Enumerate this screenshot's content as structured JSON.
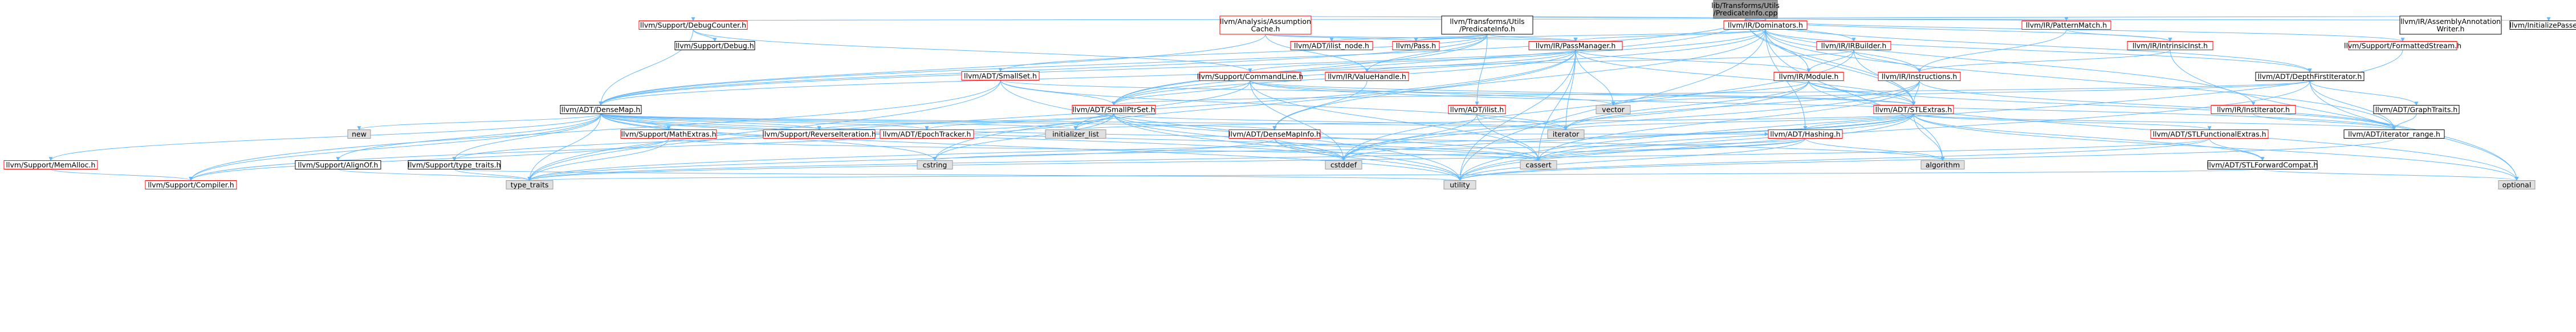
{
  "colors": {
    "edge": "#63b8ff",
    "red_border": "#ff0000",
    "gray_border": "#999999",
    "root_border": "#666666",
    "black_border": "#000000",
    "root_fill": "#999999",
    "gray_fill": "#e0e0e0",
    "white_fill": "#ffffff"
  },
  "nodes": [
    {
      "id": "root",
      "label": "lib/Transforms/Utils/PredicateInfo.cpp",
      "lines": [
        "lib/Transforms/Utils",
        "/PredicateInfo.cpp"
      ],
      "style": "root"
    },
    {
      "id": "debugcounter",
      "label": "llvm/Support/DebugCounter.h",
      "style": "red"
    },
    {
      "id": "assumptioncache",
      "label": "llvm/Analysis/AssumptionCache.h",
      "lines": [
        "llvm/Analysis/Assumption",
        "Cache.h"
      ],
      "style": "red"
    },
    {
      "id": "predicateinfo",
      "label": "llvm/Transforms/Utils/PredicateInfo.h",
      "lines": [
        "llvm/Transforms/Utils",
        "/PredicateInfo.h"
      ],
      "style": "black"
    },
    {
      "id": "dominators",
      "label": "llvm/IR/Dominators.h",
      "style": "red"
    },
    {
      "id": "patternmatch",
      "label": "llvm/IR/PatternMatch.h",
      "style": "red"
    },
    {
      "id": "asmwriter",
      "label": "llvm/IR/AssemblyAnnotationWriter.h",
      "lines": [
        "llvm/IR/AssemblyAnnotation",
        "Writer.h"
      ],
      "style": "black"
    },
    {
      "id": "initpasses",
      "label": "llvm/InitializePasses.h",
      "style": "black"
    },
    {
      "id": "debug",
      "label": "llvm/Support/Debug.h",
      "style": "black"
    },
    {
      "id": "pass",
      "label": "llvm/Pass.h",
      "style": "red"
    },
    {
      "id": "ilist_node",
      "label": "llvm/ADT/ilist_node.h",
      "style": "red"
    },
    {
      "id": "passmanager",
      "label": "llvm/IR/PassManager.h",
      "style": "red"
    },
    {
      "id": "irbuilder",
      "label": "llvm/IR/IRBuilder.h",
      "style": "red"
    },
    {
      "id": "intrinsicinst",
      "label": "llvm/IR/IntrinsicInst.h",
      "style": "red"
    },
    {
      "id": "formattedstream",
      "label": "llvm/Support/FormattedStream.h",
      "style": "red"
    },
    {
      "id": "smallset",
      "label": "llvm/ADT/SmallSet.h",
      "style": "red"
    },
    {
      "id": "commandline",
      "label": "llvm/Support/CommandLine.h",
      "style": "red"
    },
    {
      "id": "valuehandle",
      "label": "llvm/IR/ValueHandle.h",
      "style": "red"
    },
    {
      "id": "module",
      "label": "llvm/IR/Module.h",
      "style": "red"
    },
    {
      "id": "instructions",
      "label": "llvm/IR/Instructions.h",
      "style": "red"
    },
    {
      "id": "depthfirst",
      "label": "llvm/ADT/DepthFirstIterator.h",
      "style": "black"
    },
    {
      "id": "densemap",
      "label": "llvm/ADT/DenseMap.h",
      "style": "black"
    },
    {
      "id": "smallptrset",
      "label": "llvm/ADT/SmallPtrSet.h",
      "style": "red"
    },
    {
      "id": "ilist",
      "label": "llvm/ADT/ilist.h",
      "style": "red"
    },
    {
      "id": "vector",
      "label": "vector",
      "style": "gray"
    },
    {
      "id": "stlextras",
      "label": "llvm/ADT/STLExtras.h",
      "style": "red"
    },
    {
      "id": "institerator",
      "label": "llvm/IR/InstIterator.h",
      "style": "red"
    },
    {
      "id": "graphtraits",
      "label": "llvm/ADT/GraphTraits.h",
      "style": "black"
    },
    {
      "id": "new",
      "label": "new",
      "style": "gray"
    },
    {
      "id": "mathextras",
      "label": "llvm/Support/MathExtras.h",
      "style": "red"
    },
    {
      "id": "reverseiter",
      "label": "llvm/Support/ReverseIteration.h",
      "style": "red"
    },
    {
      "id": "epochtracker",
      "label": "llvm/ADT/EpochTracker.h",
      "style": "red"
    },
    {
      "id": "initlist",
      "label": "initializer_list",
      "style": "gray"
    },
    {
      "id": "iterator",
      "label": "iterator",
      "style": "gray"
    },
    {
      "id": "densemapinfo",
      "label": "llvm/ADT/DenseMapInfo.h",
      "style": "red"
    },
    {
      "id": "hashing",
      "label": "llvm/ADT/Hashing.h",
      "style": "red"
    },
    {
      "id": "stlfunctional",
      "label": "llvm/ADT/STLFunctionalExtras.h",
      "style": "red"
    },
    {
      "id": "iteratorrange",
      "label": "llvm/ADT/iterator_range.h",
      "style": "black"
    },
    {
      "id": "memalloc",
      "label": "llvm/Support/MemAlloc.h",
      "style": "red"
    },
    {
      "id": "alignof",
      "label": "llvm/Support/AlignOf.h",
      "style": "black"
    },
    {
      "id": "typetraits_llvm",
      "label": "llvm/Support/type_traits.h",
      "style": "black"
    },
    {
      "id": "cstring",
      "label": "cstring",
      "style": "gray"
    },
    {
      "id": "cstddef",
      "label": "cstddef",
      "style": "gray"
    },
    {
      "id": "cassert",
      "label": "cassert",
      "style": "gray"
    },
    {
      "id": "algorithm",
      "label": "algorithm",
      "style": "gray"
    },
    {
      "id": "stlforward",
      "label": "llvm/ADT/STLForwardCompat.h",
      "style": "black"
    },
    {
      "id": "compiler",
      "label": "llvm/Support/Compiler.h",
      "style": "red"
    },
    {
      "id": "type_traits",
      "label": "type_traits",
      "style": "gray"
    },
    {
      "id": "utility",
      "label": "utility",
      "style": "gray"
    },
    {
      "id": "optional",
      "label": "optional",
      "style": "gray"
    }
  ],
  "edges": [
    [
      "root",
      "debugcounter"
    ],
    [
      "root",
      "assumptioncache"
    ],
    [
      "root",
      "predicateinfo"
    ],
    [
      "root",
      "dominators"
    ],
    [
      "root",
      "patternmatch"
    ],
    [
      "root",
      "asmwriter"
    ],
    [
      "root",
      "initpasses"
    ],
    [
      "root",
      "formattedstream"
    ],
    [
      "root",
      "intrinsicinst"
    ],
    [
      "root",
      "irbuilder"
    ],
    [
      "root",
      "module"
    ],
    [
      "root",
      "institerator"
    ],
    [
      "root",
      "depthfirst"
    ],
    [
      "root",
      "stlextras"
    ],
    [
      "root",
      "smallptrset"
    ],
    [
      "root",
      "densemap"
    ],
    [
      "debugcounter",
      "debug"
    ],
    [
      "debugcounter",
      "densemap"
    ],
    [
      "debugcounter",
      "commandline"
    ],
    [
      "assumptioncache",
      "valuehandle"
    ],
    [
      "assumptioncache",
      "densemap"
    ],
    [
      "assumptioncache",
      "pass"
    ],
    [
      "assumptioncache",
      "passmanager"
    ],
    [
      "predicateinfo",
      "ilist"
    ],
    [
      "predicateinfo",
      "ilist_node"
    ],
    [
      "predicateinfo",
      "pass"
    ],
    [
      "predicateinfo",
      "passmanager"
    ],
    [
      "predicateinfo",
      "valuehandle"
    ],
    [
      "predicateinfo",
      "densemap"
    ],
    [
      "predicateinfo",
      "smallset"
    ],
    [
      "predicateinfo",
      "smallptrset"
    ],
    [
      "dominators",
      "passmanager"
    ],
    [
      "dominators",
      "depthfirst"
    ],
    [
      "dominators",
      "densemapinfo"
    ],
    [
      "dominators",
      "hashing"
    ],
    [
      "dominators",
      "instructions"
    ],
    [
      "dominators",
      "stlextras"
    ],
    [
      "dominators",
      "iteratorrange"
    ],
    [
      "dominators",
      "smallptrset"
    ],
    [
      "dominators",
      "densemap"
    ],
    [
      "dominators",
      "pass"
    ],
    [
      "dominators",
      "algorithm"
    ],
    [
      "dominators",
      "utility"
    ],
    [
      "patternmatch",
      "instructions"
    ],
    [
      "patternmatch",
      "intrinsicinst"
    ],
    [
      "irbuilder",
      "instructions"
    ],
    [
      "irbuilder",
      "module"
    ],
    [
      "irbuilder",
      "valuehandle"
    ],
    [
      "irbuilder",
      "stlextras"
    ],
    [
      "irbuilder",
      "cstddef"
    ],
    [
      "irbuilder",
      "cstdint"
    ],
    [
      "intrinsicinst",
      "instructions"
    ],
    [
      "intrinsicinst",
      "optional"
    ],
    [
      "formattedstream",
      "utility"
    ],
    [
      "passmanager",
      "module"
    ],
    [
      "passmanager",
      "densemap"
    ],
    [
      "passmanager",
      "stlextras"
    ],
    [
      "passmanager",
      "smallptrset"
    ],
    [
      "passmanager",
      "cassert"
    ],
    [
      "passmanager",
      "cstring"
    ],
    [
      "passmanager",
      "iterator"
    ],
    [
      "passmanager",
      "utility"
    ],
    [
      "passmanager",
      "vector"
    ],
    [
      "passmanager",
      "commandline"
    ],
    [
      "passmanager",
      "type_traits"
    ],
    [
      "smallset",
      "smallptrset"
    ],
    [
      "smallset",
      "stlextras"
    ],
    [
      "smallset",
      "compiler"
    ],
    [
      "smallset",
      "type_traits"
    ],
    [
      "smallset",
      "utility"
    ],
    [
      "smallset",
      "iterator"
    ],
    [
      "commandline",
      "stlextras"
    ],
    [
      "commandline",
      "smallptrset"
    ],
    [
      "commandline",
      "iteratorrange"
    ],
    [
      "commandline",
      "cassert"
    ],
    [
      "commandline",
      "cstddef"
    ],
    [
      "commandline",
      "initlist"
    ],
    [
      "commandline",
      "vector"
    ],
    [
      "valuehandle",
      "densemapinfo"
    ],
    [
      "module",
      "stlextras"
    ],
    [
      "module",
      "iteratorrange"
    ],
    [
      "module",
      "cstddef"
    ],
    [
      "module",
      "iterator"
    ],
    [
      "module",
      "vector"
    ],
    [
      "module",
      "optional"
    ],
    [
      "instructions",
      "stlextras"
    ],
    [
      "instructions",
      "iteratorrange"
    ],
    [
      "instructions",
      "cassert"
    ],
    [
      "instructions",
      "cstddef"
    ],
    [
      "instructions",
      "iterator"
    ],
    [
      "depthfirst",
      "graphtraits"
    ],
    [
      "depthfirst",
      "iteratorrange"
    ],
    [
      "depthfirst",
      "smallptrset"
    ],
    [
      "depthfirst",
      "optional"
    ],
    [
      "depthfirst",
      "utility"
    ],
    [
      "depthfirst",
      "vector"
    ],
    [
      "densemap",
      "densemapinfo"
    ],
    [
      "densemap",
      "epochtracker"
    ],
    [
      "densemap",
      "alignof"
    ],
    [
      "densemap",
      "compiler"
    ],
    [
      "densemap",
      "mathextras"
    ],
    [
      "densemap",
      "memalloc"
    ],
    [
      "densemap",
      "reverseiter"
    ],
    [
      "densemap",
      "typetraits_llvm"
    ],
    [
      "densemap",
      "algorithm"
    ],
    [
      "densemap",
      "cassert"
    ],
    [
      "densemap",
      "cstddef"
    ],
    [
      "densemap",
      "cstring"
    ],
    [
      "densemap",
      "initlist"
    ],
    [
      "densemap",
      "iterator"
    ],
    [
      "densemap",
      "new"
    ],
    [
      "densemap",
      "type_traits"
    ],
    [
      "densemap",
      "utility"
    ],
    [
      "smallptrset",
      "epochtracker"
    ],
    [
      "smallptrset",
      "compiler"
    ],
    [
      "smallptrset",
      "reverseiter"
    ],
    [
      "smallptrset",
      "typetraits_llvm"
    ],
    [
      "smallptrset",
      "cassert"
    ],
    [
      "smallptrset",
      "cstddef"
    ],
    [
      "smallptrset",
      "cstdlib"
    ],
    [
      "smallptrset",
      "cstring"
    ],
    [
      "smallptrset",
      "initlist"
    ],
    [
      "smallptrset",
      "iterator"
    ],
    [
      "smallptrset",
      "utility"
    ],
    [
      "ilist",
      "cassert"
    ],
    [
      "ilist",
      "cstddef"
    ],
    [
      "ilist",
      "iterator"
    ],
    [
      "stlextras",
      "hashing"
    ],
    [
      "stlextras",
      "stlforward"
    ],
    [
      "stlextras",
      "stlfunctional"
    ],
    [
      "stlextras",
      "iteratorrange"
    ],
    [
      "stlextras",
      "algorithm"
    ],
    [
      "stlextras",
      "cassert"
    ],
    [
      "stlextras",
      "cstddef"
    ],
    [
      "stlextras",
      "initlist"
    ],
    [
      "stlextras",
      "iterator"
    ],
    [
      "stlextras",
      "optional"
    ],
    [
      "stlextras",
      "type_traits"
    ],
    [
      "stlextras",
      "utility"
    ],
    [
      "institerator",
      "iteratorrange"
    ],
    [
      "graphtraits",
      "iteratorrange"
    ],
    [
      "mathextras",
      "compiler"
    ],
    [
      "mathextras",
      "cassert"
    ],
    [
      "mathextras",
      "type_traits"
    ],
    [
      "densemapinfo",
      "hashing"
    ],
    [
      "densemapinfo",
      "cassert"
    ],
    [
      "densemapinfo",
      "cstddef"
    ],
    [
      "densemapinfo",
      "type_traits"
    ],
    [
      "densemapinfo",
      "utility"
    ],
    [
      "hashing",
      "algorithm"
    ],
    [
      "hashing",
      "cassert"
    ],
    [
      "hashing",
      "cstring"
    ],
    [
      "hashing",
      "type_traits"
    ],
    [
      "hashing",
      "utility"
    ],
    [
      "stlfunctional",
      "stlforward"
    ],
    [
      "stlfunctional",
      "type_traits"
    ],
    [
      "stlfunctional",
      "utility"
    ],
    [
      "iteratorrange",
      "utility"
    ],
    [
      "memalloc",
      "compiler"
    ],
    [
      "alignof",
      "type_traits"
    ],
    [
      "typetraits_llvm",
      "type_traits"
    ],
    [
      "typetraits_llvm",
      "utility"
    ],
    [
      "stlforward",
      "optional"
    ],
    [
      "stlforward",
      "type_traits"
    ]
  ]
}
